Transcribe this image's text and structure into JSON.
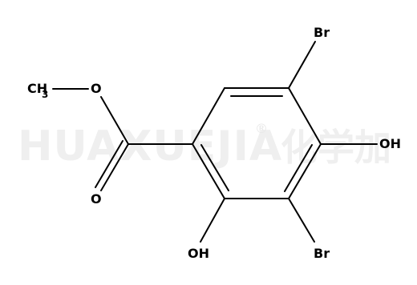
{
  "watermark": {
    "brand": "HUAXUEJIA",
    "registered": "®",
    "chinese": "化学加"
  },
  "atoms": {
    "methyl": "CH",
    "methyl_sub": "3",
    "ester_oxygen": "O",
    "carbonyl_oxygen": "O",
    "bromine_top": "Br",
    "hydroxyl_right": "OH",
    "hydroxyl_bottom": "OH",
    "bromine_bottom": "Br"
  },
  "colors": {
    "bond": "#000000",
    "label": "#000000",
    "watermark": "#efefef"
  }
}
